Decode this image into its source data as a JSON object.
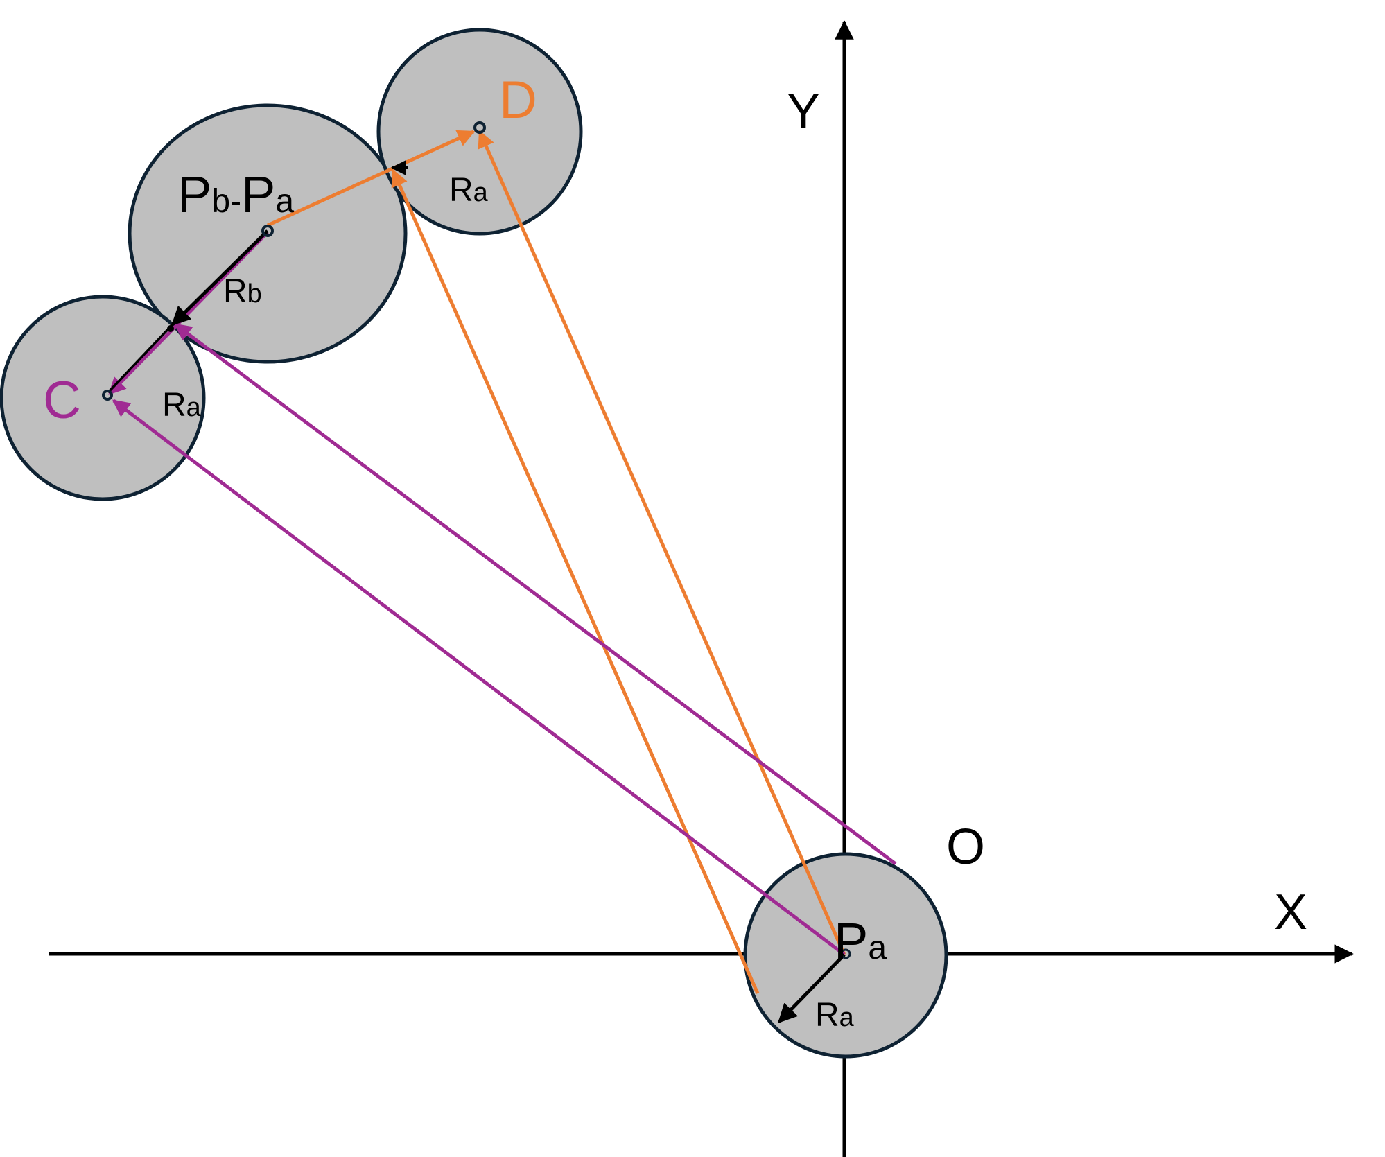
{
  "labels": {
    "axis_x": "X",
    "axis_y": "Y",
    "origin": "O",
    "point_c": "C",
    "point_d": "D",
    "center_a": {
      "main": "P",
      "sub": "a"
    },
    "center_b_minus_a": {
      "main": "P",
      "sub1": "b",
      "dash": "-",
      "main2": "P",
      "sub2": "a"
    },
    "radius_a": {
      "main": "R",
      "sub": "a"
    },
    "radius_b": {
      "main": "R",
      "sub": "b"
    }
  },
  "colors": {
    "orange": "#ED7D31",
    "purple": "#A02B93",
    "black": "#000000",
    "circle_fill": "#BFBFBF",
    "circle_stroke": "#0E2233"
  }
}
